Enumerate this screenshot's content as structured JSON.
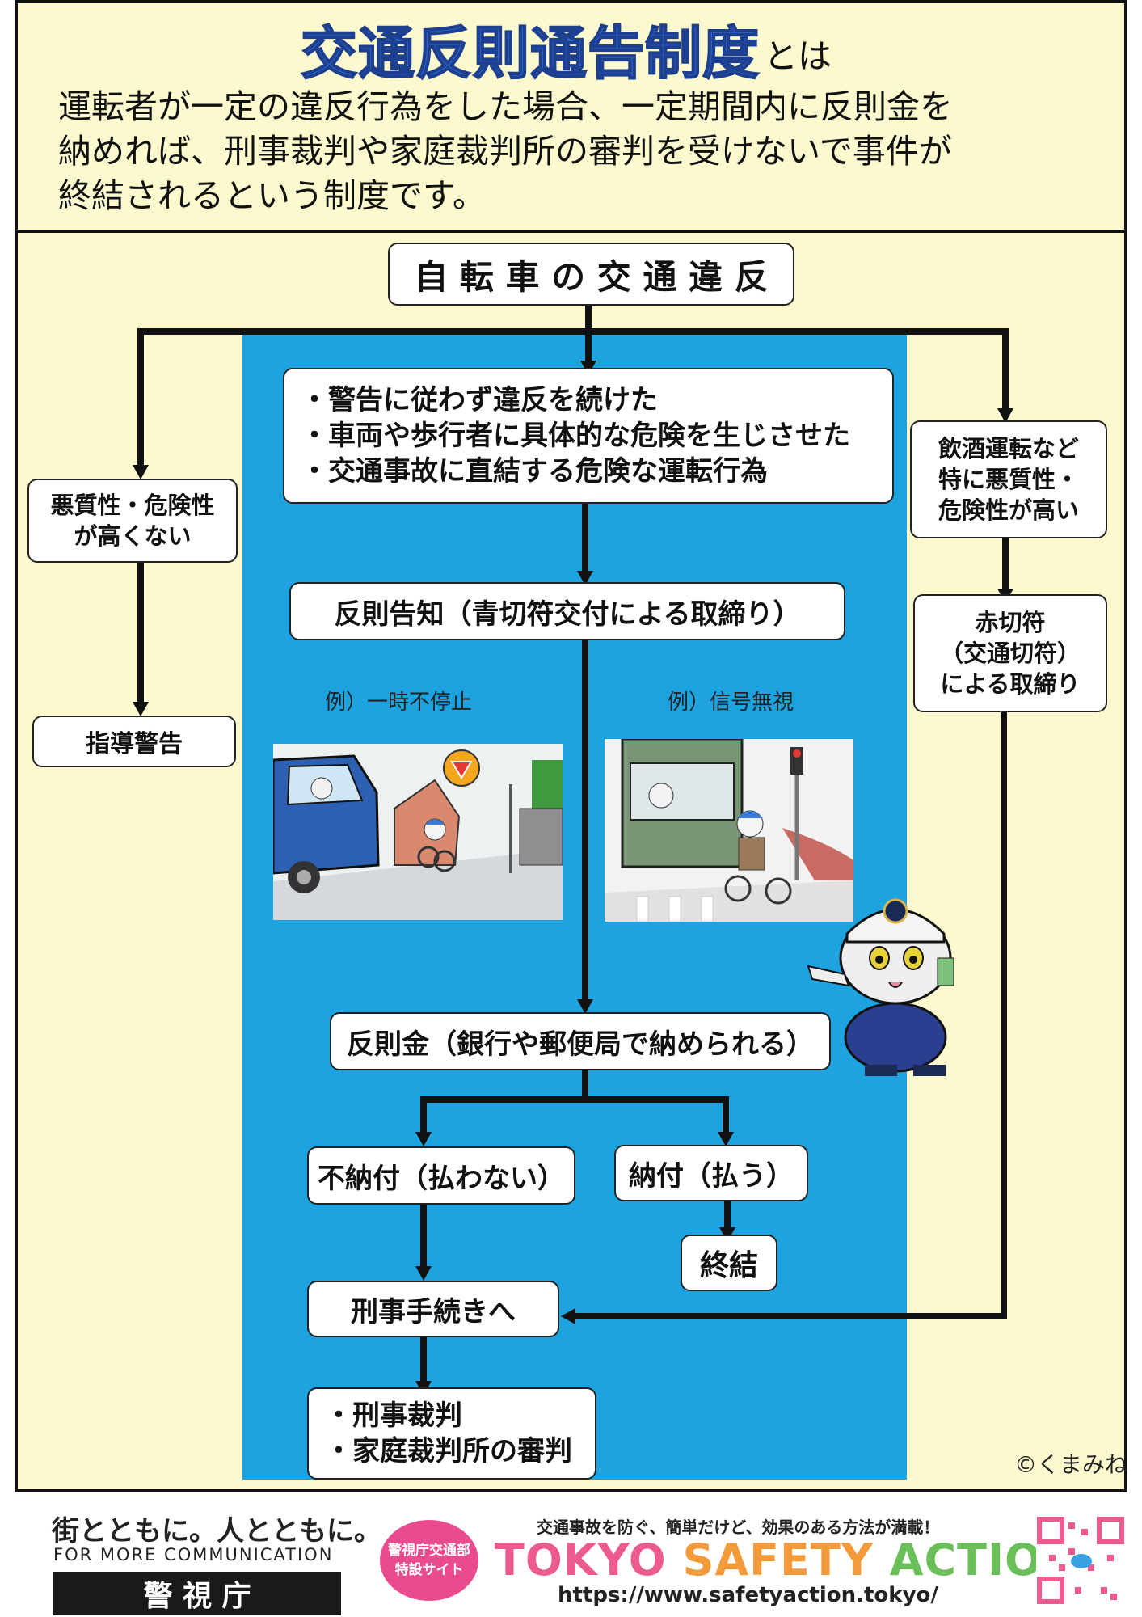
{
  "header": {
    "title": "交通反則通告制度",
    "title_suffix": "とは",
    "description": "運転者が一定の違反行為をした場合、一定期間内に反則金を\n納めれば、刑事裁判や家庭裁判所の審判を受けないで事件が\n終結されるという制度です。"
  },
  "flow": {
    "top": "自 転 車 の 交 通 違 反",
    "conditions": "・警告に従わず違反を続けた\n・車両や歩行者に具体的な危険を生じさせた\n・交通事故に直結する危険な運転行為",
    "left_condition": "悪質性・危険性\nが高くない",
    "left_result": "指導警告",
    "right_condition": "飲酒運転など\n特に悪質性・\n危険性が高い",
    "right_result": "赤切符\n（交通切符）\nによる取締り",
    "notice": "反則告知（青切符交付による取締り）",
    "example1_caption": "例）一時不停止",
    "example2_caption": "例）信号無視",
    "fine": "反則金（銀行や郵便局で納められる）",
    "not_paid": "不納付（払わない）",
    "paid": "納付（払う）",
    "end": "終結",
    "criminal": "刑事手続きへ",
    "outcomes": "・刑事裁判\n・家庭裁判所の審判"
  },
  "copyright": "©くまみね",
  "footer": {
    "slogan": "街とともに。人とともに。",
    "slogan_en": "FOR MORE COMMUNICATION",
    "agency": "警 視 庁",
    "badge": "警視庁交通部\n特設サイト",
    "tagline": "交通事故を防ぐ、簡単だけど、効果のある方法が満載！",
    "brand_tokyo": "TOKYO",
    "brand_safety": "SAFETY",
    "brand_action": "ACTION",
    "url": "https://www.safetyaction.tokyo/"
  },
  "colors": {
    "background": "#fdf9cf",
    "flow_blue": "#1ea3e1",
    "title_blue": "#2f63c9",
    "badge_pink": "#e94b8e",
    "brand_pink": "#ec5a8f",
    "brand_orange": "#f39a3a",
    "brand_green": "#6bbf59"
  }
}
